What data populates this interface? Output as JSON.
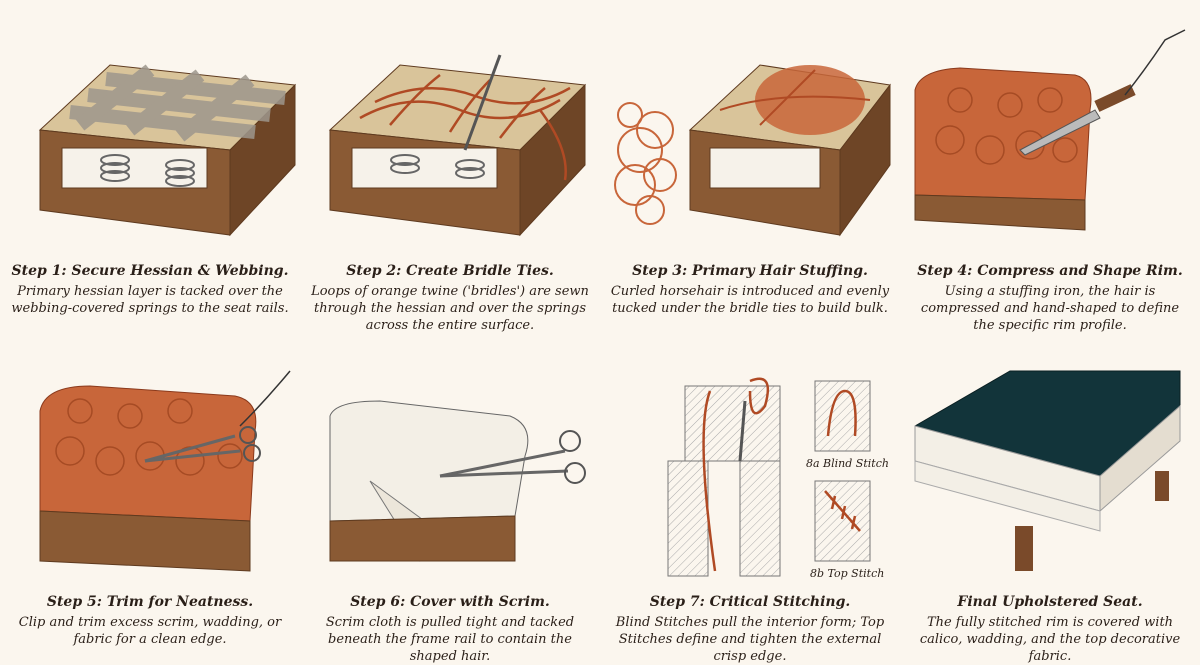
{
  "steps": [
    {
      "title": "Step 1: Secure Hessian & Webbing.",
      "body": "Primary hessian layer is tacked over the webbing-covered springs to the seat rails."
    },
    {
      "title": "Step 2: Create Bridle Ties.",
      "body": "Loops of orange twine ('bridles') are sewn through the hessian and over the springs across the entire surface."
    },
    {
      "title": "Step 3: Primary Hair Stuffing.",
      "body": "Curled horsehair is introduced and evenly tucked under the bridle ties to build bulk."
    },
    {
      "title": "Step 4: Compress and Shape Rim.",
      "body": "Using a stuffing iron, the hair is compressed and hand-shaped to define the specific rim profile."
    },
    {
      "title": "Step 5: Trim for Neatness.",
      "body": "Clip and trim excess scrim, wadding, or fabric for a clean edge."
    },
    {
      "title": "Step 6: Cover with Scrim.",
      "body": "Scrim cloth is pulled tight and tacked beneath the frame rail to contain the shaped hair."
    },
    {
      "title": "Step 7: Critical Stitching.",
      "body": "Blind Stitches pull the interior form; Top Stitches define and tighten the external crisp edge."
    },
    {
      "title": "Final Upholstered Seat.",
      "body": "The fully stitched rim is covered with calico, wadding, and the top decorative fabric."
    }
  ],
  "labels": {
    "blind": "8a Blind Stitch",
    "top": "8b Top Stitch"
  },
  "colors": {
    "wood": "#8a5a34",
    "woodDark": "#5e3a1f",
    "hessian": "#d9c49a",
    "webbing": "#b5aea3",
    "hair": "#c8663a",
    "twine": "#b04a24",
    "velvet": "#12343a",
    "calico": "#f3efe6"
  }
}
